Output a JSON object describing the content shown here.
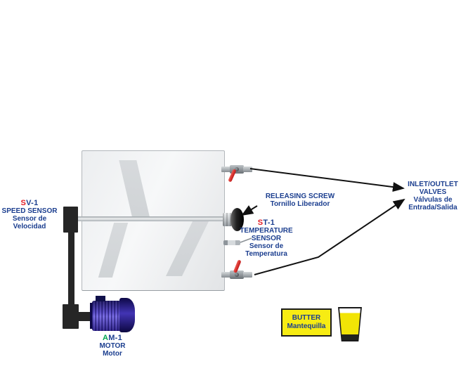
{
  "labels": {
    "speed_sensor": {
      "code_prefix": "S",
      "code_rest": "V-1",
      "line1": "SPEED SENSOR",
      "line2": "Sensor de",
      "line3": "Velocidad"
    },
    "releasing_screw": {
      "line1": "RELEASING SCREW",
      "line2": "Tornillo Liberador"
    },
    "temperature_sensor": {
      "code_prefix": "S",
      "code_rest": "T-1",
      "line1": "TEMPERATURE",
      "line2": "SENSOR",
      "line3": "Sensor de",
      "line4": "Temperatura"
    },
    "inlet_outlet": {
      "line1": "INLET/OUTLET",
      "line2": "VALVES",
      "line3": "Válvulas de",
      "line4": "Entrada/Salida"
    },
    "motor": {
      "code_prefix": "A",
      "code_rest": "M-1",
      "line1": "MOTOR",
      "line2": "Motor"
    },
    "butter": {
      "line1": "BUTTER",
      "line2": "Mantequilla"
    }
  },
  "colors": {
    "label_blue": "#1b3e8f",
    "code_red": "#e31e26",
    "code_green": "#00a550",
    "butter_yellow": "#f7ec13",
    "valve_red": "#d42427"
  }
}
